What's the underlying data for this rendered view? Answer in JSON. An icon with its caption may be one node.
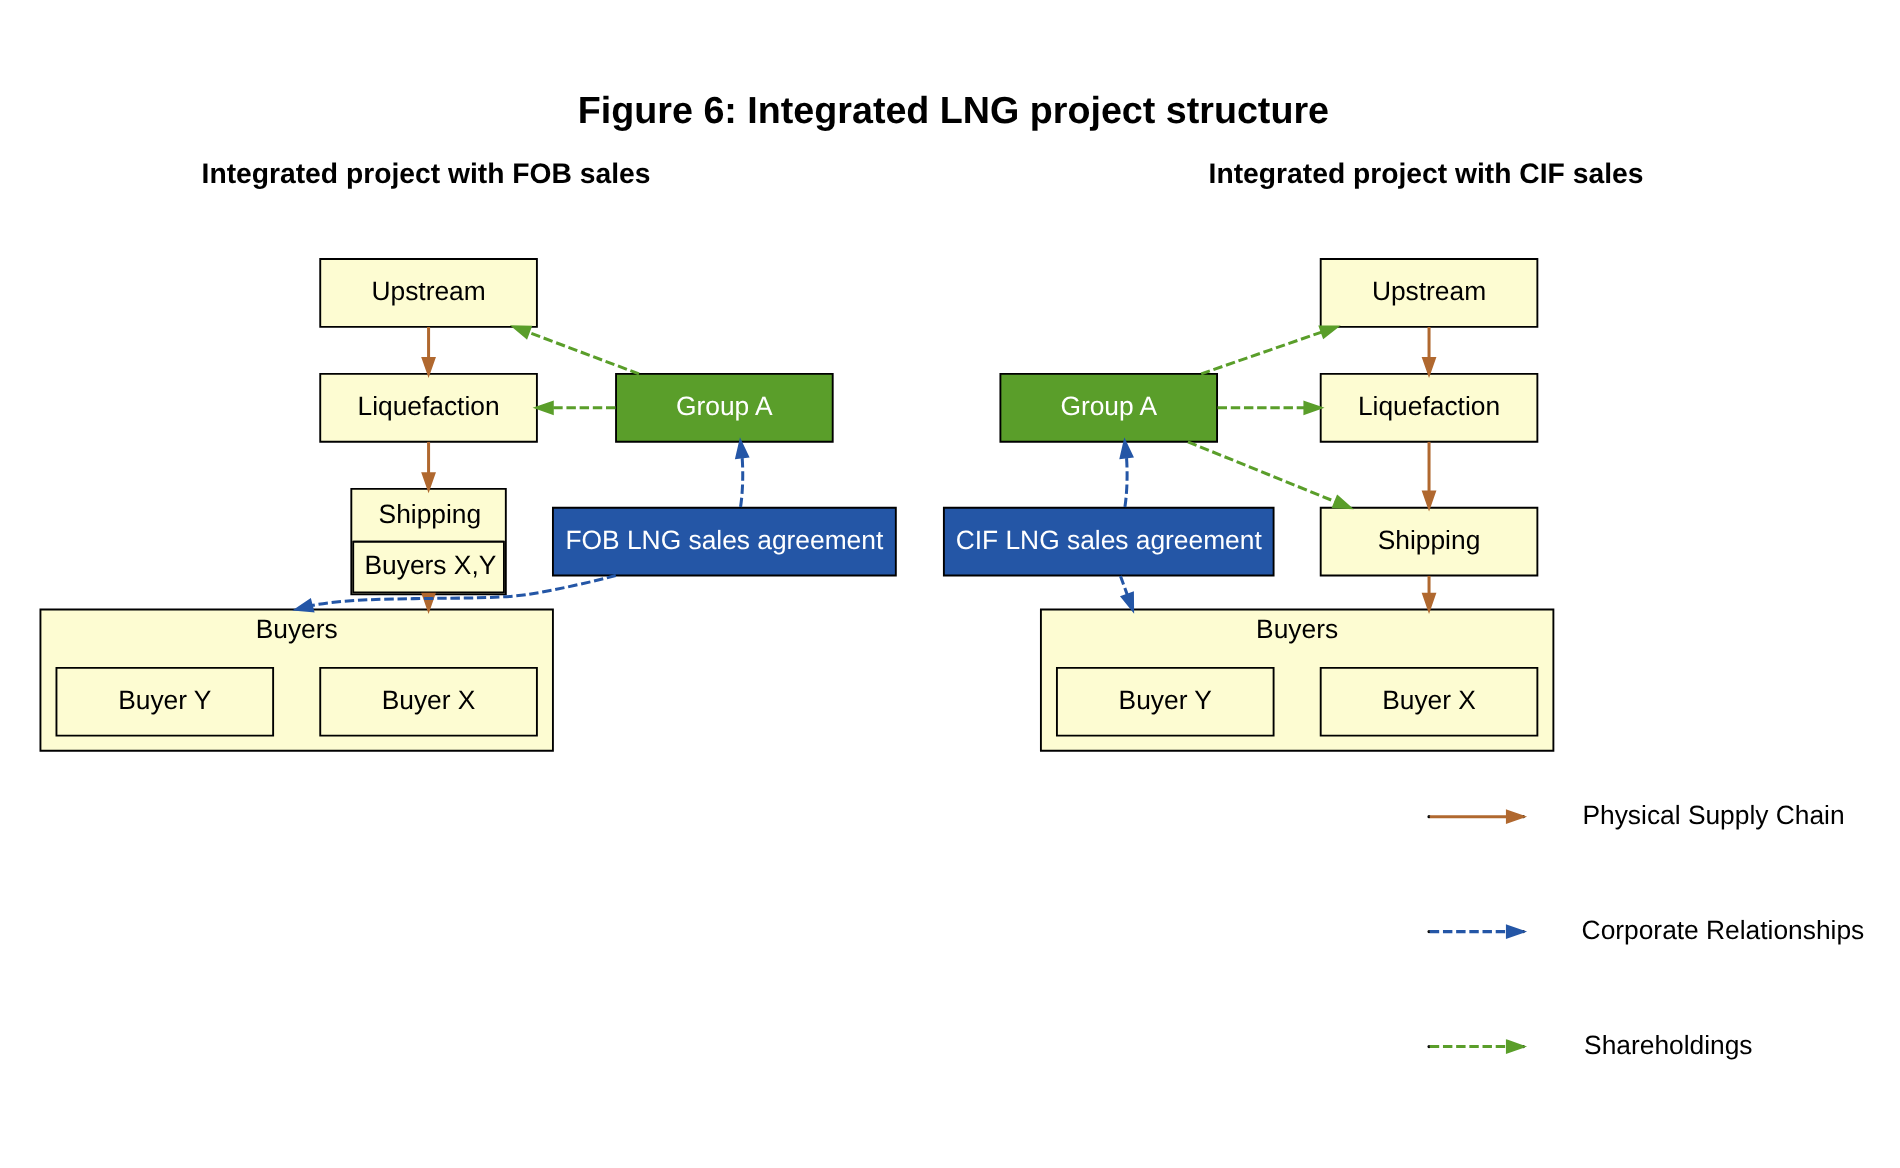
{
  "diagram": {
    "title": "Figure 6: Integrated LNG project structure",
    "nodes": [
      {
        "text": [
          "Upstream"
        ]
      },
      {
        "text": [
          "Liquefaction"
        ]
      },
      {
        "text": [
          "Shipping"
        ]
      },
      {
        "text": [
          "Buyers"
        ]
      },
      {
        "text": [
          "Buyer X"
        ],
        "in": 3
      },
      {
        "text": [
          "Buyer Y"
        ],
        "in": 3
      },
      {
        "text": [
          "Group A"
        ]
      },
      {
        "text": [
          "CIF LNG sales agreement"
        ]
      },
      {
        "text": [
          "Upstream"
        ]
      },
      {
        "text": [
          "Liquefaction"
        ]
      },
      {
        "text": [
          "Shipping",
          "Buyers X,Y"
        ]
      },
      {
        "text": [
          "Buyers"
        ]
      },
      {
        "text": [
          "Buyer X"
        ],
        "in": 11
      },
      {
        "text": [
          "Buyer Y"
        ],
        "in": 11
      },
      {
        "text": [
          "Group A"
        ]
      },
      {
        "text": [
          "FOB LNG sales agreement"
        ]
      }
    ],
    "edges": [
      {
        "from": 0,
        "to": 1,
        "arrow": "to"
      },
      {
        "from": 1,
        "to": 2,
        "arrow": "to"
      },
      {
        "from": 2,
        "to": 3,
        "arrow": "to"
      },
      {
        "from": 6,
        "to": 0,
        "arrow": "to",
        "style": "dashed",
        "color": "#5a9e2a"
      },
      {
        "from": 6,
        "to": 1,
        "arrow": "to",
        "style": "dashed",
        "color": "#5a9e2a"
      },
      {
        "from": 6,
        "to": 2,
        "arrow": "to",
        "style": "dashed",
        "color": "#5a9e2a"
      },
      {
        "from": 7,
        "to": 6,
        "arrow": "to",
        "style": "dashed",
        "color": "#2456a6"
      },
      {
        "from": 7,
        "to": 3,
        "arrow": "to",
        "style": "dashed",
        "color": "#2456a6"
      },
      {
        "from": 8,
        "to": 9,
        "arrow": "to"
      },
      {
        "from": 9,
        "to": 10,
        "arrow": "to"
      },
      {
        "from": 10,
        "to": 11,
        "arrow": "to"
      },
      {
        "from": 14,
        "to": 8,
        "arrow": "to",
        "style": "dashed",
        "color": "#5a9e2a"
      },
      {
        "from": 14,
        "to": 9,
        "arrow": "to",
        "style": "dashed",
        "color": "#5a9e2a"
      },
      {
        "from": 15,
        "to": 14,
        "arrow": "to",
        "style": "dashed",
        "color": "#2456a6"
      },
      {
        "from": 15,
        "to": 11,
        "arrow": "to",
        "style": "dashed",
        "color": "#2456a6"
      }
    ],
    "labels": [
      "Integrated project with CIF sales",
      "Integrated project with FOB sales"
    ],
    "legend": [
      {
        "text": "Physical Supply Chain"
      },
      {
        "text": "Corporate Relationships"
      },
      {
        "text": "Shareholdings"
      }
    ]
  }
}
